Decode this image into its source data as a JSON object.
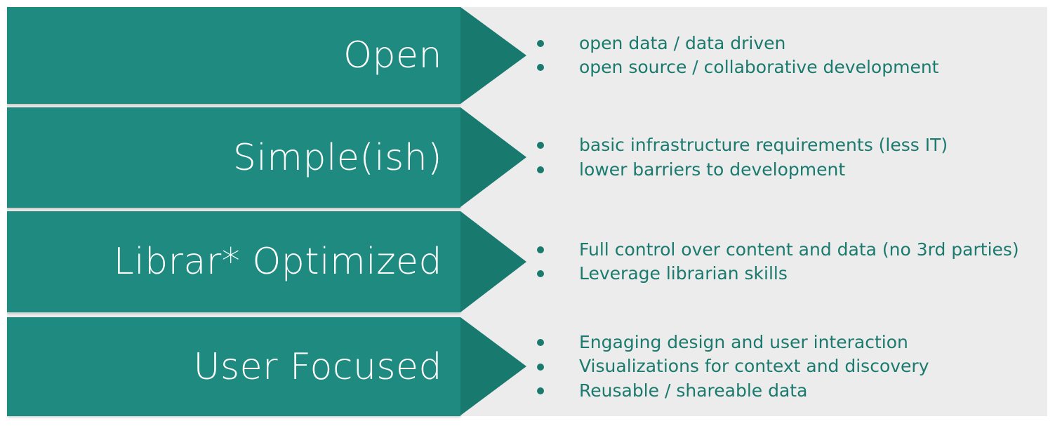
{
  "diagram": {
    "type": "chevron-list",
    "title_text_color": "#ffffff",
    "accent_color": "#1f8a80",
    "accent_dark_color": "#187a6f",
    "panel_color": "#ececec",
    "bullet_text_color": "#1b7a6e",
    "rows": [
      {
        "label": "Open",
        "bullets": [
          "open data / data driven",
          "open source / collaborative development"
        ]
      },
      {
        "label": "Simple(ish)",
        "bullets": [
          "basic infrastructure requirements (less IT)",
          "lower barriers to development"
        ]
      },
      {
        "label": "Librar* Optimized",
        "bullets": [
          "Full control over content and data (no 3rd parties)",
          "Leverage librarian skills"
        ]
      },
      {
        "label": "User Focused",
        "bullets": [
          "Engaging design and user interaction",
          "Visualizations for context and discovery",
          "Reusable / shareable data"
        ]
      }
    ]
  }
}
